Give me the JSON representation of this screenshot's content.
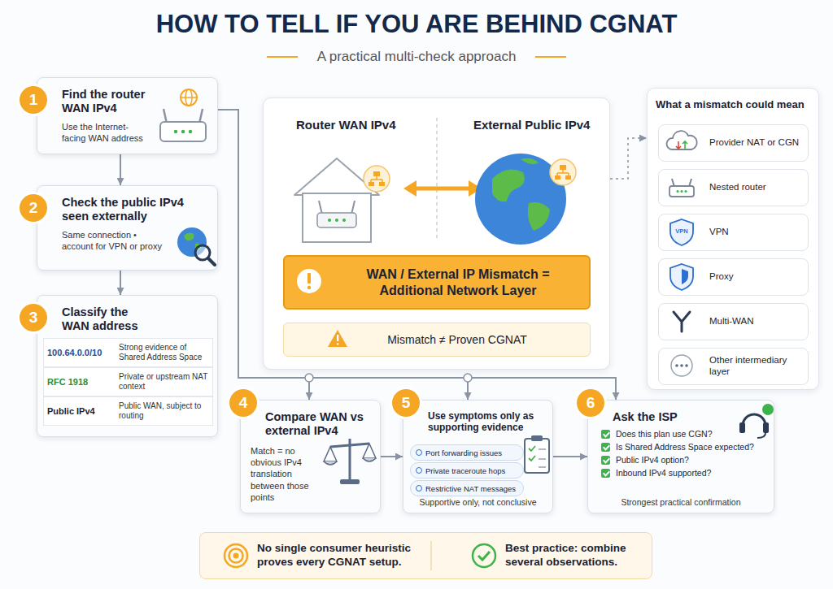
{
  "diagram": {
    "title": "HOW TO TELL IF YOU ARE BEHIND CGNAT",
    "nodes": [
      {
        "text": [
          "1",
          "Find the router WAN IPv4",
          "Use the Internet-facing WAN address"
        ]
      },
      {
        "text": [
          "2",
          "Check the public IPv4 seen externally",
          "Same connection • account for VPN or proxy"
        ]
      },
      {
        "text": [
          "3",
          "Classify the WAN address"
        ]
      },
      {
        "text": [
          "100.64.0.0/10",
          "Strong evidence of Shared Address Space"
        ],
        "in": 2
      },
      {
        "text": [
          "RFC 1918",
          "Private or upstream NAT context"
        ],
        "in": 2
      },
      {
        "text": [
          "Public IPv4",
          "Public WAN, subject to routing"
        ],
        "in": 2
      },
      {
        "text": [
          "Router WAN IPv4",
          "External Public IPv4"
        ]
      },
      {
        "text": [
          "WAN / External IP Mismatch = Additional Network Layer"
        ],
        "in": 6
      },
      {
        "text": [
          "Mismatch ≠ Proven CGNAT"
        ],
        "in": 6
      },
      {
        "text": [
          "What a mismatch could mean"
        ]
      },
      {
        "text": [
          "Provider NAT or CGN"
        ],
        "in": 9
      },
      {
        "text": [
          "Nested router"
        ],
        "in": 9
      },
      {
        "text": [
          "VPN"
        ],
        "in": 9
      },
      {
        "text": [
          "Proxy"
        ],
        "in": 9
      },
      {
        "text": [
          "Multi-WAN"
        ],
        "in": 9
      },
      {
        "text": [
          "Other intermediary layer"
        ],
        "in": 9
      },
      {
        "text": [
          "4",
          "Compare WAN vs external IPv4",
          "Match = no obvious IPv4 translation between those points"
        ]
      },
      {
        "text": [
          "5",
          "Use symptoms only as supporting evidence",
          "Supportive only, not conclusive"
        ]
      },
      {
        "text": [
          "Port forwarding issues"
        ],
        "in": 17
      },
      {
        "text": [
          "Private traceroute hops"
        ],
        "in": 17
      },
      {
        "text": [
          "Restrictive NAT messages"
        ],
        "in": 17
      },
      {
        "text": [
          "6",
          "Ask the ISP",
          "Does this plan use CGN?",
          "Is Shared Address Space expected?",
          "Public IPv4 option?",
          "Inbound IPv4 supported?",
          "Strongest practical confirmation"
        ]
      },
      {
        "text": [
          "No single consumer heuristic proves every CGNAT setup.",
          "Best practice: combine several observations."
        ]
      }
    ],
    "edges": [
      {
        "from": 0,
        "to": 1,
        "arrow": "to"
      },
      {
        "from": 1,
        "to": 2,
        "arrow": "to"
      },
      {
        "from": 0,
        "to": 16,
        "arrow": "to"
      },
      {
        "from": 0,
        "to": 17,
        "arrow": "to"
      },
      {
        "from": 0,
        "to": 21,
        "arrow": "to"
      },
      {
        "from": 16,
        "to": 17,
        "arrow": "to"
      },
      {
        "from": 17,
        "to": 21,
        "arrow": "to"
      },
      {
        "from": 6,
        "to": 9,
        "arrow": "to"
      }
    ],
    "labels": [
      "A practical multi-check approach",
      "VPN"
    ]
  }
}
